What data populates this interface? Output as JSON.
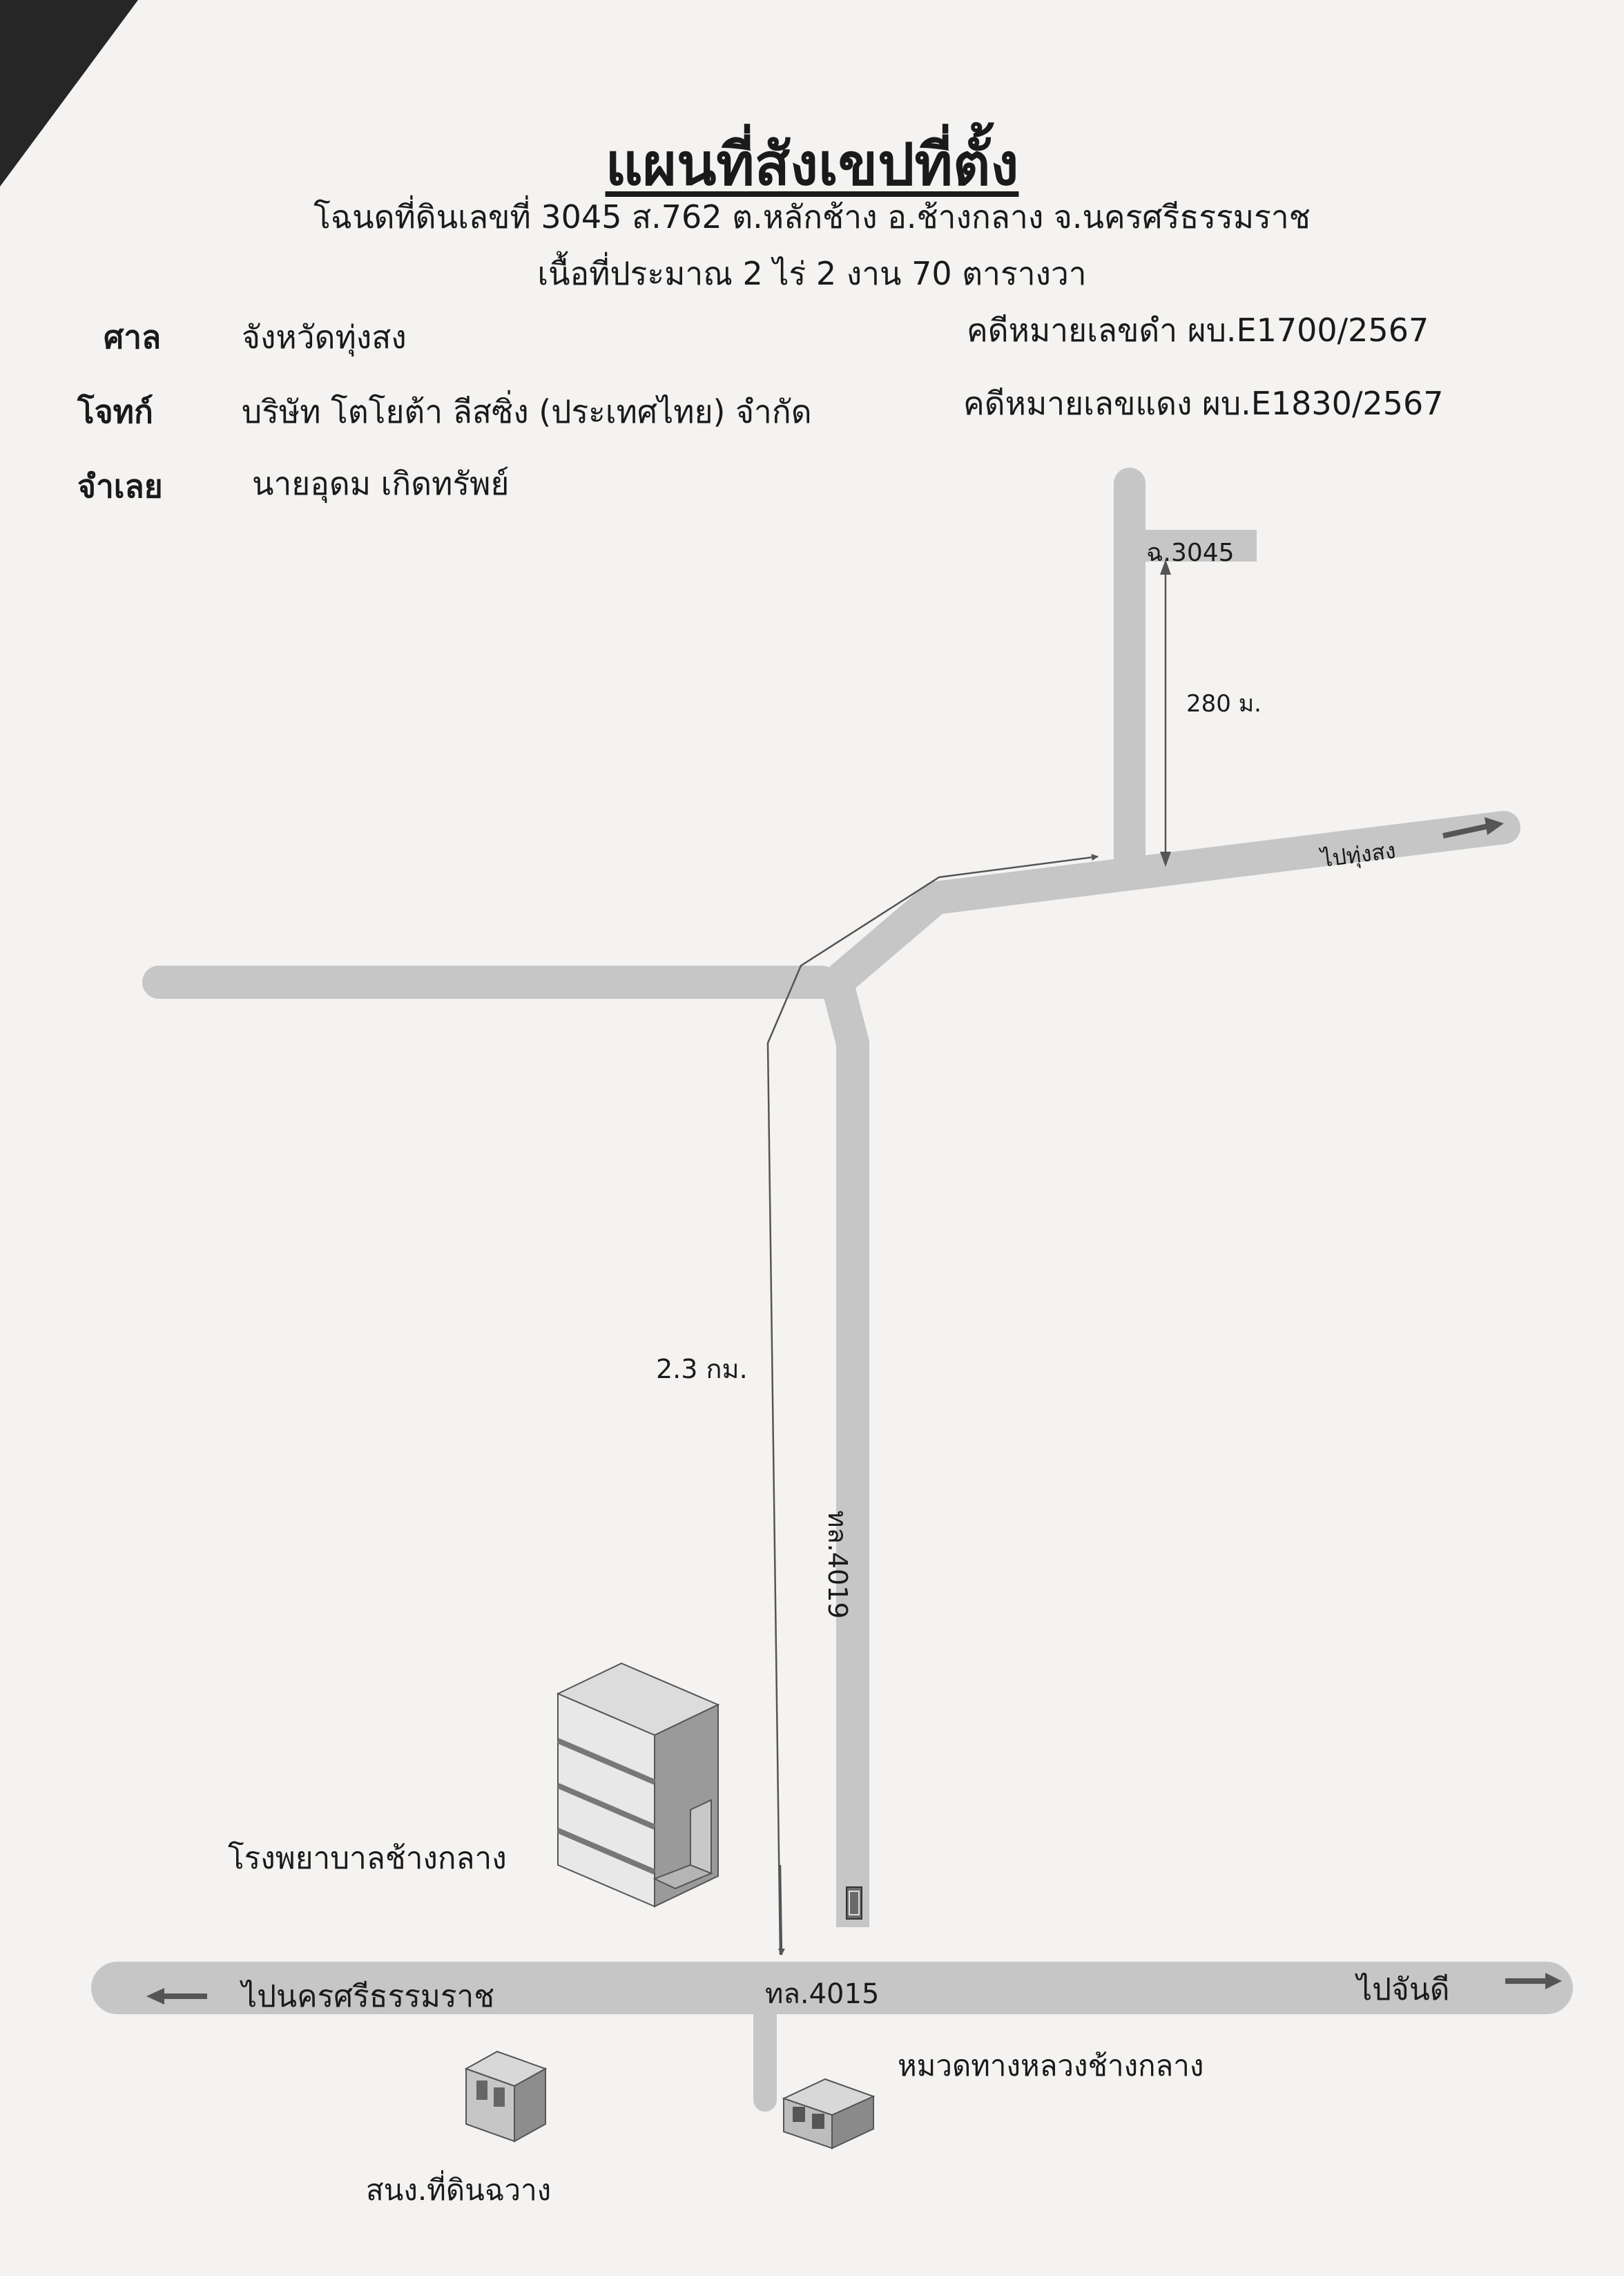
{
  "document": {
    "title": "แผนที่สังเขปที่ตั้ง",
    "deed_line": "โฉนดที่ดินเลขที่ 3045 ส.762 ต.หลักช้าง  อ.ช้างกลาง  จ.นครศรีธรรมราช",
    "area_line": "เนื้อที่ประมาณ 2 ไร่ 2 งาน 70 ตารางวา"
  },
  "case": {
    "court_label": "ศาล",
    "court_value": "จังหวัดทุ่งสง",
    "plaintiff_label": "โจทก์",
    "plaintiff_value": "บริษัท โตโยต้า ลีสซิ่ง (ประเทศไทย) จำกัด",
    "defendant_label": "จำเลย",
    "defendant_value": "นายอุดม  เกิดทรัพย์",
    "black_case": "คดีหมายเลขดำ ผบ.E1700/2567",
    "red_case": "คดีหมายเลขแดง ผบ.E1830/2567"
  },
  "map": {
    "parcel_label": "ฉ.3045",
    "dist_parcel": "280 ม.",
    "to_thungsong": "ไปทุ่งสง",
    "dist_route": "2.3 กม.",
    "road_4019": "ทล.4019",
    "road_4015": "ทล.4015",
    "to_nakhon": "ไปนครศรีธรรมราช",
    "to_chandi": "ไปจันดี",
    "hospital": "โรงพยาบาลช้างกลาง",
    "highway_unit": "หมวดทางหลวงช้างกลาง",
    "land_office": "สนง.ที่ดินฉวาง",
    "road_color": "#c6c6c6",
    "route_color": "#555555"
  }
}
